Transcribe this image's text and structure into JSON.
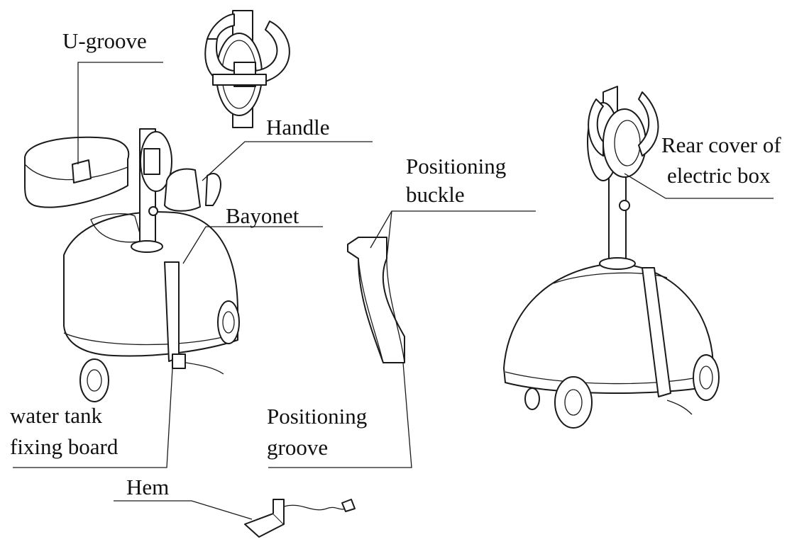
{
  "labels": {
    "u_groove": "U-groove",
    "handle": "Handle",
    "bayonet": "Bayonet",
    "positioning_buckle_1": "Positioning",
    "positioning_buckle_2": "buckle",
    "rear_cover_1": "Rear cover of",
    "rear_cover_2": "electric box",
    "water_tank_1": "water tank",
    "water_tank_2": "fixing board",
    "positioning_groove_1": "Positioning",
    "positioning_groove_2": "groove",
    "hem": "Hem"
  }
}
